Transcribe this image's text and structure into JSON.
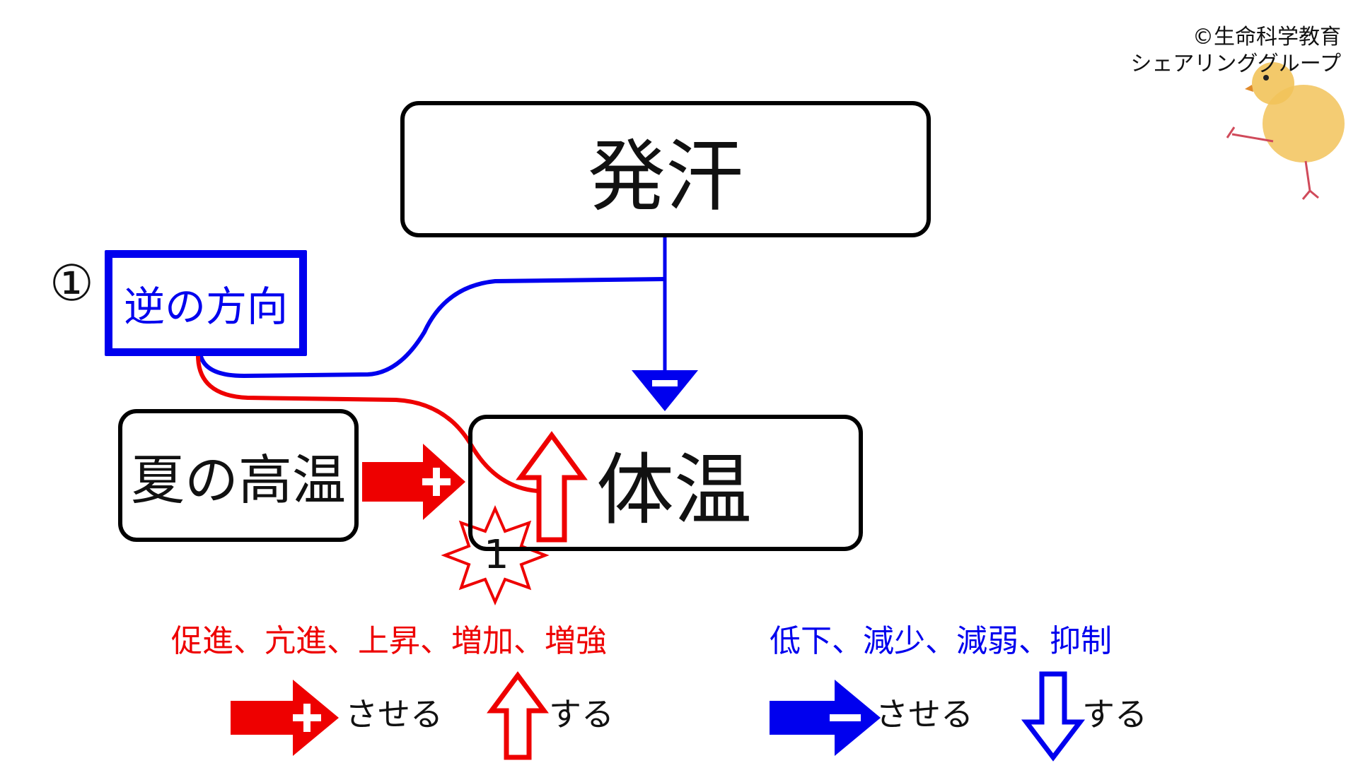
{
  "credit": {
    "line1": "©生命科学教育",
    "line2": "シェアリンググループ"
  },
  "nodes": {
    "sweating": "発汗",
    "body_temp": "体温",
    "summer_heat": "夏の高温",
    "reverse_direction": "逆の方向"
  },
  "annotation": {
    "circled_number": "①"
  },
  "event_badge": {
    "number": "1"
  },
  "legend": {
    "increase_terms": "促進、亢進、上昇、増加、増強",
    "decrease_terms": "低下、減少、減弱、抑制",
    "cause_increase": "させる",
    "self_increase": "する",
    "cause_decrease": "させる",
    "self_decrease": "する"
  },
  "colors": {
    "increase": "#ee0000",
    "decrease": "#0000ee",
    "border": "#000000"
  },
  "icons": [
    "plus-arrow-icon",
    "minus-arrow-icon",
    "up-hollow-arrow-icon",
    "down-hollow-arrow-icon",
    "starburst-icon",
    "chick-illustration"
  ]
}
